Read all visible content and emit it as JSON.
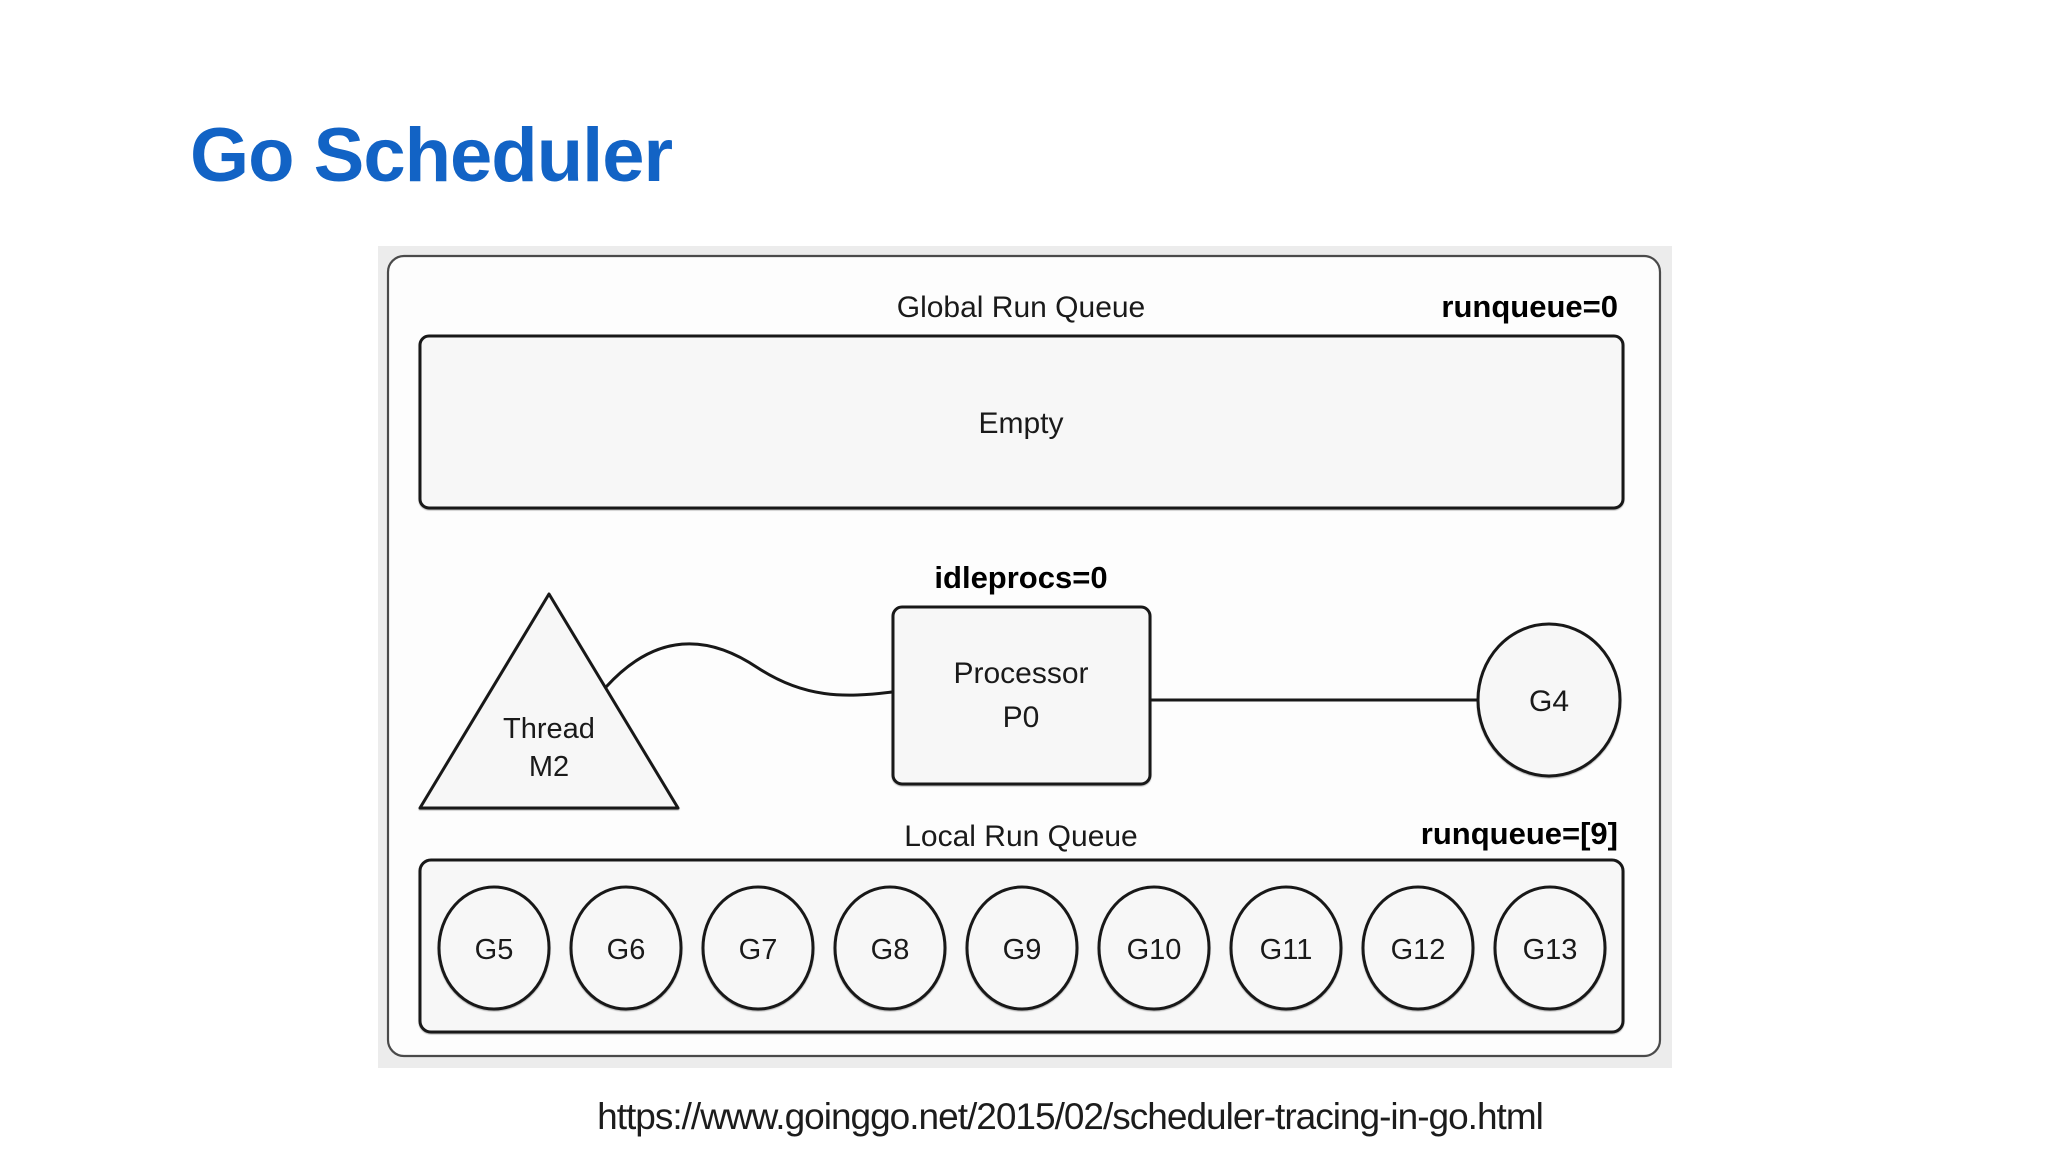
{
  "slide": {
    "title": "Go Scheduler",
    "source_url": "https://www.goinggo.net/2015/02/scheduler-tracing-in-go.html"
  },
  "diagram": {
    "global_queue": {
      "label": "Global Run Queue",
      "counter": "runqueue=0",
      "content": "Empty"
    },
    "processor": {
      "counter": "idleprocs=0",
      "line1": "Processor",
      "line2": "P0"
    },
    "thread": {
      "line1": "Thread",
      "line2": "M2"
    },
    "running_goroutine": "G4",
    "local_queue": {
      "label": "Local Run Queue",
      "counter": "runqueue=[9]",
      "goroutines": [
        "G5",
        "G6",
        "G7",
        "G8",
        "G9",
        "G10",
        "G11",
        "G12",
        "G13"
      ]
    },
    "colors": {
      "title_blue": "#1263c5",
      "canvas_gray": "#ececec",
      "shape_fill": "#f7f7f7",
      "stroke": "#181818"
    }
  }
}
